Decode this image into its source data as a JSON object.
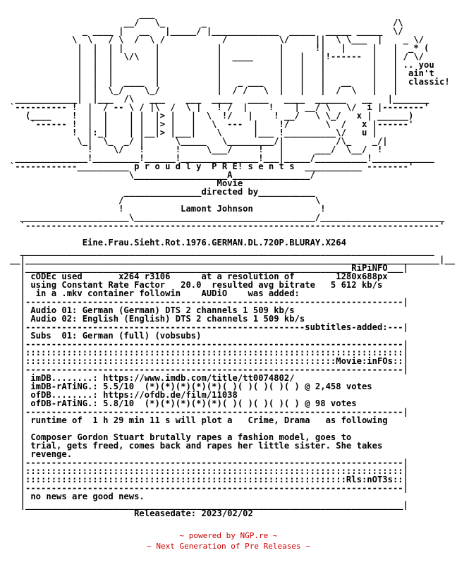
{
  "nfo": {
    "text": "                         ___\n                      __/   \\_       _                                    /\\\n              _ ____ |   __   |_____/ |_____________  _____  _____ _____  \\/\n            \\  \\   / \\  /  \\ /           /          \\/     ||  \\ \\___  |    _ \\/\n             |  |  | |      |           |           |      !|   |     |   |  _* (\n             |  |  |  \\/\\   |           |  ____     |   |   |!------  |   | / \\/\n             |  |  |        |           |           |   |   |         |   | .. you\n             |  |  |        |           |           |   |   |         |   |  ain't\n             |  |  |  ____  |           |   _ ___   |   |   |   __    |   |  classic!\n             |  |  \\_/    \\_/           |  / /   \\  |   |   |  /  \\   |   |\n ____________|  |___  /\\   ___    ___  ____   ____   ____  ______   __   |_______\n`---------- !  |  / -- \\ / |\\  /  \\ |   ! /  |    !    | __/ \\   \\/  i |--------'\n   (____    !  |  |    | |  |> |   |  \\  !/   |    ! __/   \\ \\_/   x | ______)\n    `------ !  |  |    | |  |> |   |   \\  ---  |    !/       \\  /   x |------'\n            !  |:_|    | |__|> |___|    \\      |___ !__________\\/   u |\n             \\_|  \\_  _/ |      \\_____   \\_________/|          /\\_    _/|\n               !    \\/   !      !     \\___/     !   |      ___/  \\__/  !\n ______________!_________!______!_______________!___|_____/__________!____________\n`------------__________ p r o u d l y  P R E! s e n t s  ___________ --------'\n                       \\__________________A_______________/\n                                        Movie\n                      _______________directed by___________\n                     /                                     \\\n                     !           Lamont Johnson             !\n  _____________________\\___________________________________/________________________\n  `--------------------------------------------------------------------------------'\n\n              Eine.Frau.Sieht.Rot.1976.GERMAN.DL.720P.BLURAY.X264\n  ________________________________________________________________________________\n__|________________________________________________________________________________|__\n  |_______________________________________________________________RiPiNFO___|\n  | cODEc used       x264 r3106      at a resolution of        1280x688px\n  | using Constant Rate Factor   20.0  resulted avg bitrate   5 612 kb/s\n  |  in a .mkv container followin    AUDiO    was added:\n  |-------------------------------------------------------------------------|\n  | Audio 01: German (German) DTS 2 channels 1 509 kb/s\n  | Audio 02: English (English) DTS 2 channels 1 509 kb/s\n  |------------------------------------------------------subtitles-added:---|\n  | Subs  01: German (full) (vobsubs)\n  |-------------------------------------------------------------------------|\n  |:::::::::::::::::::::::::::::::::::::::::::::::::::::::::::::::::::::::::|\n  |::::::::::::::::::::::::::::::::::::::::::::::::::::::::::::Movie:inFOs::|\n  |-------------------------------------------------------------------------|\n  | imDB........: https://www.imdb.com/title/tt0074802/\n  | imDB-rATiNG.: 5.5/10  (*)(*)(*)(*)(*)( )( )( )( )( ) @ 2,458 votes\n  | ofDB........: https://ofdb.de/film/11038\n  | ofDB-rATiNG.: 5.8/10  (*)(*)(*)(*)(*)( )( )( )( )( ) @ 98 votes\n  |-------------------------------------------------------------------------|\n  | runtime of  1 h 29 min 11 s will plot a   Crime, Drama   as following\n  |\n  | Composer Gordon Stuart brutally rapes a fashion model, goes to\n  | trial, gets freed, comes back and rapes her little sister. She takes\n  | revenge.\n  |-------------------------------------------------------------------------|\n  |:::::::::::::::::::::::::::::::::::::::::::::::::::::::::::::::::::::::::|\n  |::::::::::::::::::::::::::::::::::::::::::::::::::::::::::::::Rls:nOT3s::|\n  |-------------------------------------------------------------------------|\n  | no news are good news.\n  |_________________________________________________________________________|\n                        Releasedate: 2023/02/02"
  },
  "footer": {
    "line1": "~ powered by NGP.re ~",
    "line2": "~ Next Generation of Pre Releases ~"
  },
  "colors": {
    "text": "#000000",
    "footer": "#cc0000",
    "background": "#ffffff"
  }
}
